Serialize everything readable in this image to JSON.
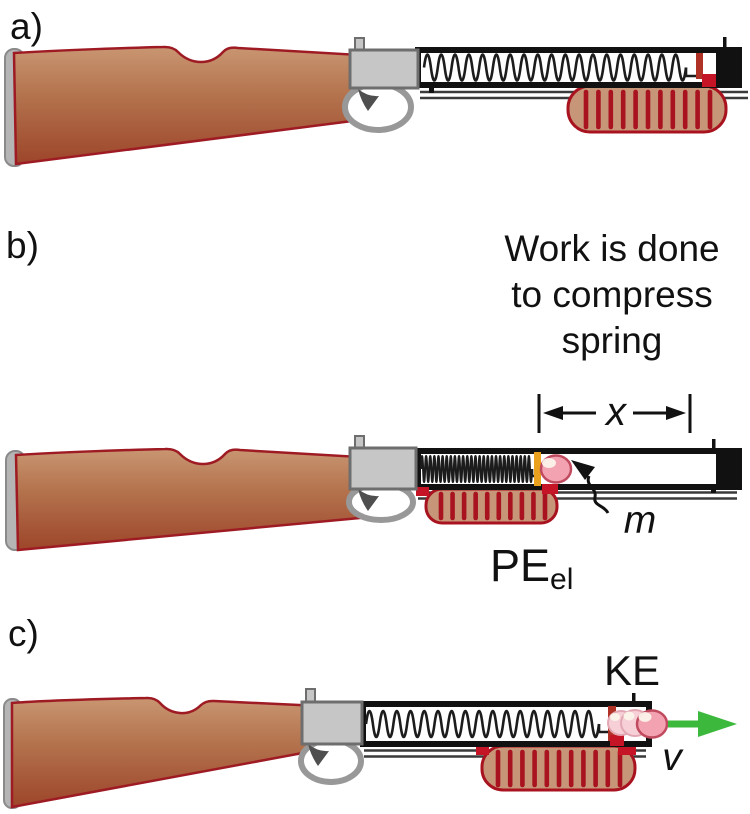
{
  "figure": {
    "panel_a": {
      "label": "a)"
    },
    "panel_b": {
      "label": "b)",
      "note_lines": [
        "Work is done",
        "to compress",
        "spring"
      ],
      "distance_symbol": "x",
      "mass_symbol": "m",
      "energy_label_main": "PE",
      "energy_label_sub": "el"
    },
    "panel_c": {
      "label": "c)",
      "energy_label": "KE",
      "velocity_symbol": "v"
    }
  },
  "colors": {
    "stock-light": "#c99672",
    "stock-mid": "#b4744e",
    "stock-dark": "#9d452a",
    "outline-red": "#9e1b24",
    "butt-gray": "#b5b5b5",
    "butt-edge": "#8a8a8a",
    "metal-gray": "#c6c6c6",
    "metal-edge": "#6e6e6e",
    "guard-gray": "#989898",
    "barrel-black": "#111111",
    "spring-black": "#1c1c1c",
    "grip-tan": "#c79577",
    "grip-red": "#a8131f",
    "piston-red": "#b03227",
    "latch-red": "#c41425",
    "piston-orange": "#eaa11e",
    "ball-pink": "#f2a2b1",
    "ball-edge": "#c04b5e",
    "ball-ghost": "#f7cfd7",
    "highlight": "#fbf3ea",
    "arrow-green": "#3cb83c"
  }
}
